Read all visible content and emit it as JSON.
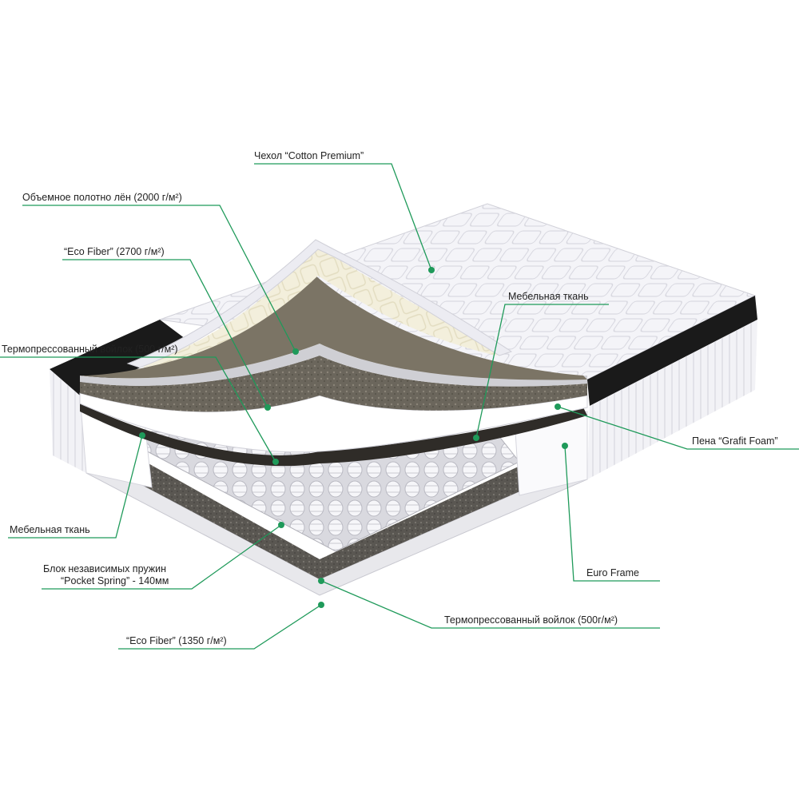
{
  "colors": {
    "leader": "#1f9a5a",
    "cover": "#f4f4f8",
    "flax": "#f3efdc",
    "felt": "#6f6a5e",
    "black_band": "#1a1a1a",
    "foam": "#ffffff",
    "felt_bottom": "#5e5b56"
  },
  "labels": {
    "cover": "Чехол “Cotton Premium”",
    "flax": "Объемное полотно лён (2000 г/м²)",
    "eco_fiber_top": "“Eco Fiber” (2700 г/м²)",
    "felt_top": "Термопрессованный войлок (500 г/м²)",
    "fabric_right": "Мебельная ткань",
    "grafit_foam": "Пена “Grafit Foam”",
    "fabric_left": "Мебельная ткань",
    "pocket_spring_line1": "Блок независимых пружин",
    "pocket_spring_line2": "“Pocket Spring” - 140мм",
    "euro_frame": "Euro Frame",
    "felt_bottom": "Термопрессованный войлок (500г/м²)",
    "eco_fiber_bottom": "“Eco Fiber” (1350 г/м²)"
  },
  "icons": {
    "leader_dot": "circle-dot-icon"
  }
}
